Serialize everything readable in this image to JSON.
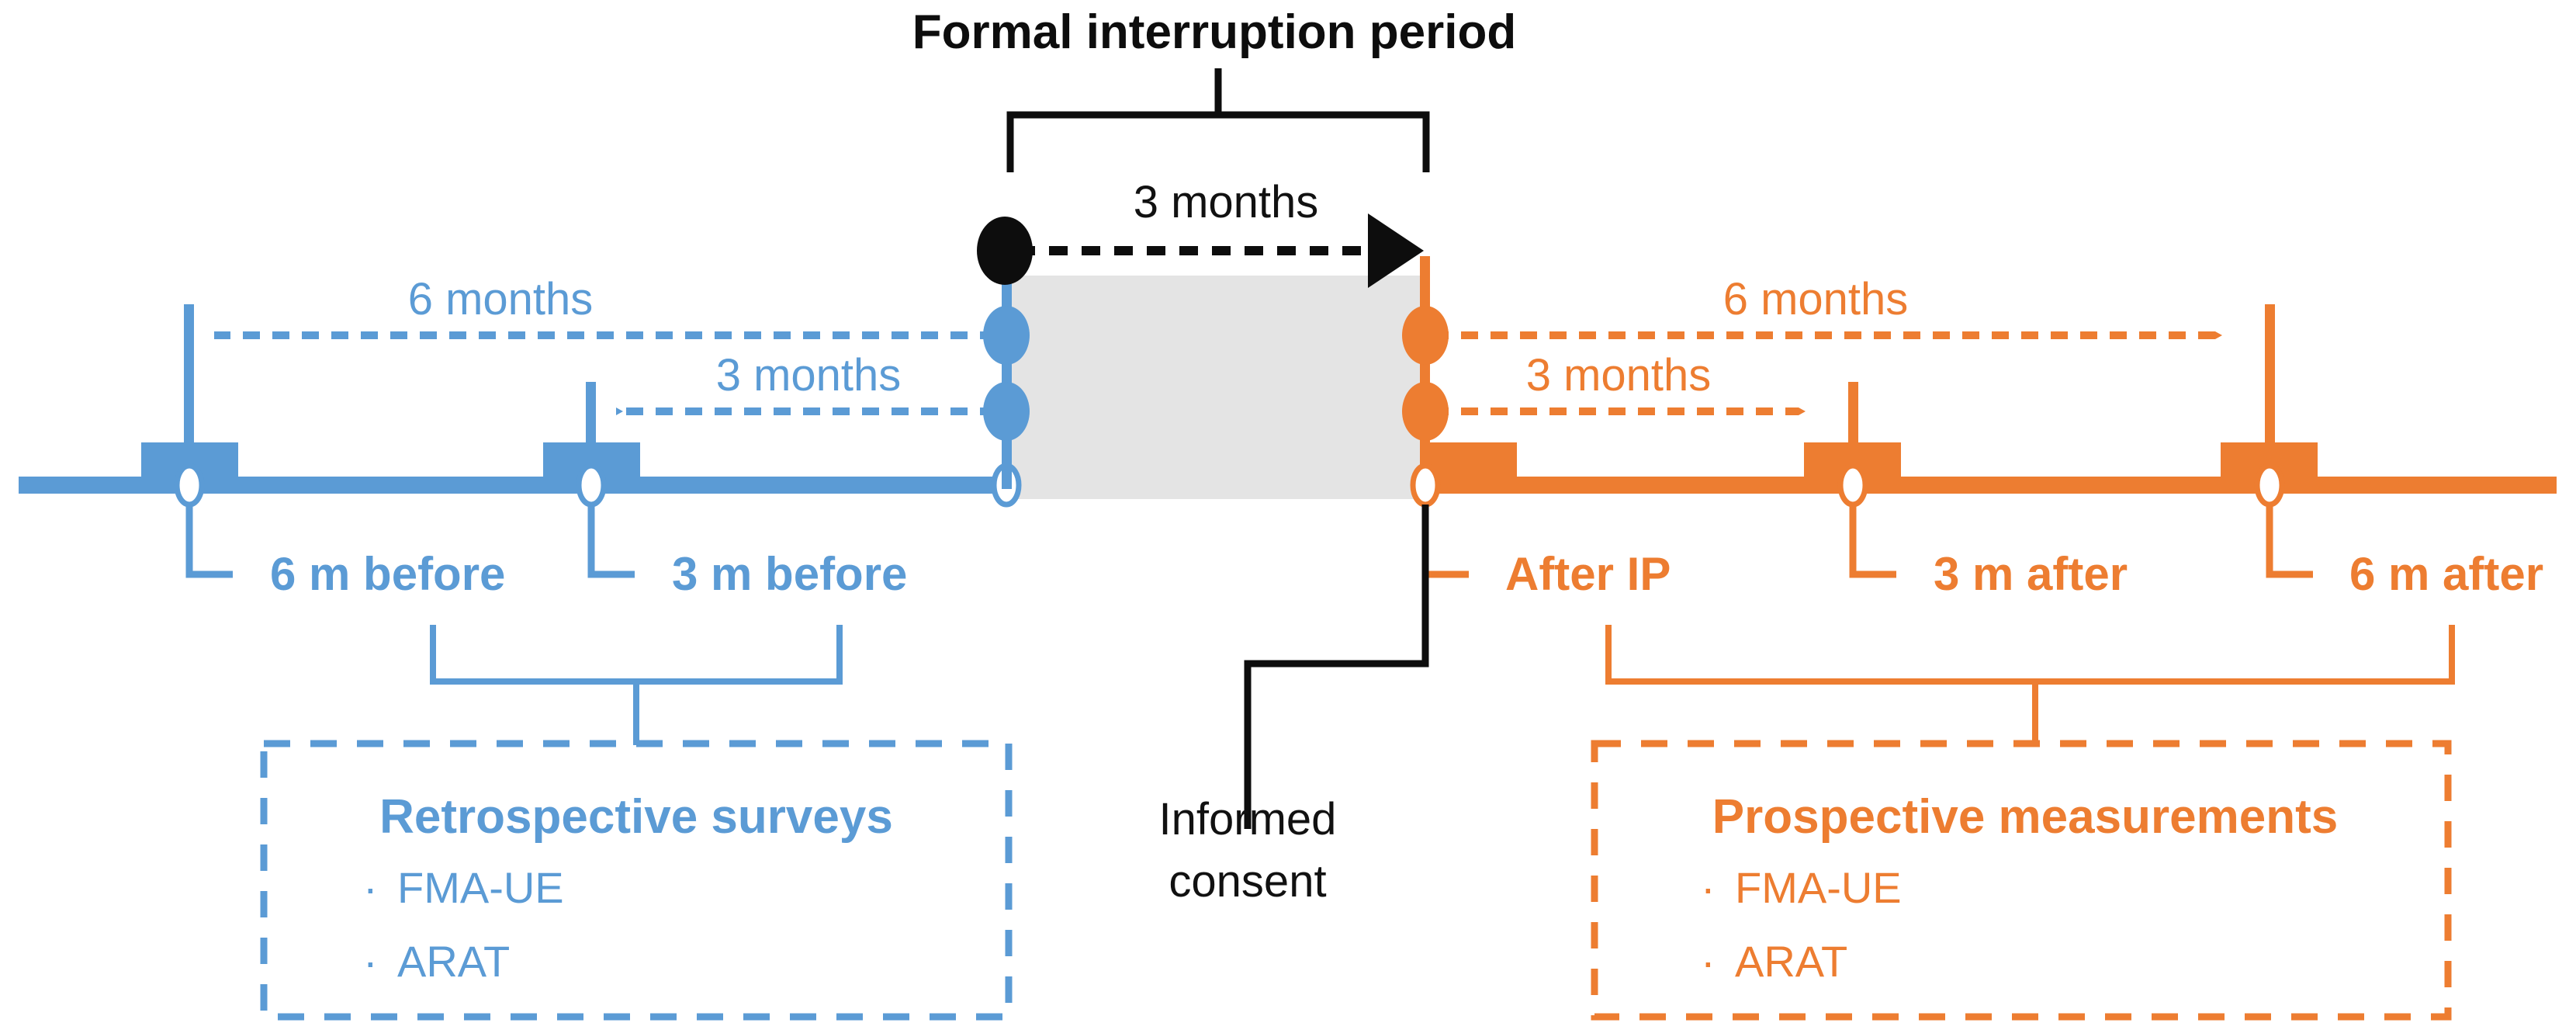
{
  "figure": {
    "title": "Formal interruption period",
    "background_color": "#FFFFFF"
  },
  "colors": {
    "blue": "#5B9BD5",
    "orange": "#ED7D31",
    "black": "#0D0D0D",
    "interruption_fill": "#E4E4E4",
    "marker_hole": "#FFFFFF"
  },
  "interruption": {
    "bracket_label": "Formal interruption period",
    "duration_label": "3 months",
    "start_marker": "filled-circle-black",
    "end_marker": "tick-orange",
    "fill_color": "#E4E4E4"
  },
  "informed_consent": {
    "label_line1": "Informed",
    "label_line2": "consent"
  },
  "retrospective": {
    "axis_color": "#5B9BD5",
    "durations": [
      {
        "label": "6 months",
        "direction": "left",
        "from": "interruption-start",
        "to": "6-m-before"
      },
      {
        "label": "3 months",
        "direction": "left",
        "from": "interruption-start",
        "to": "3-m-before"
      }
    ],
    "timepoints": [
      {
        "label": "6 m before"
      },
      {
        "label": "3 m before"
      }
    ],
    "panel": {
      "heading": "Retrospective surveys",
      "items": [
        "FMA-UE",
        "ARAT"
      ],
      "bullet": "·",
      "border_style": "dashed",
      "border_color": "#5B9BD5"
    }
  },
  "prospective": {
    "axis_color": "#ED7D31",
    "durations": [
      {
        "label": "6 months",
        "direction": "right",
        "from": "interruption-end",
        "to": "6-m-after"
      },
      {
        "label": "3 months",
        "direction": "right",
        "from": "interruption-end",
        "to": "3-m-after"
      }
    ],
    "timepoints": [
      {
        "label": "After IP"
      },
      {
        "label": "3 m after"
      },
      {
        "label": "6 m after"
      }
    ],
    "panel": {
      "heading": "Prospective measurements",
      "items": [
        "FMA-UE",
        "ARAT"
      ],
      "bullet": "·",
      "border_style": "dashed",
      "border_color": "#ED7D31"
    }
  }
}
